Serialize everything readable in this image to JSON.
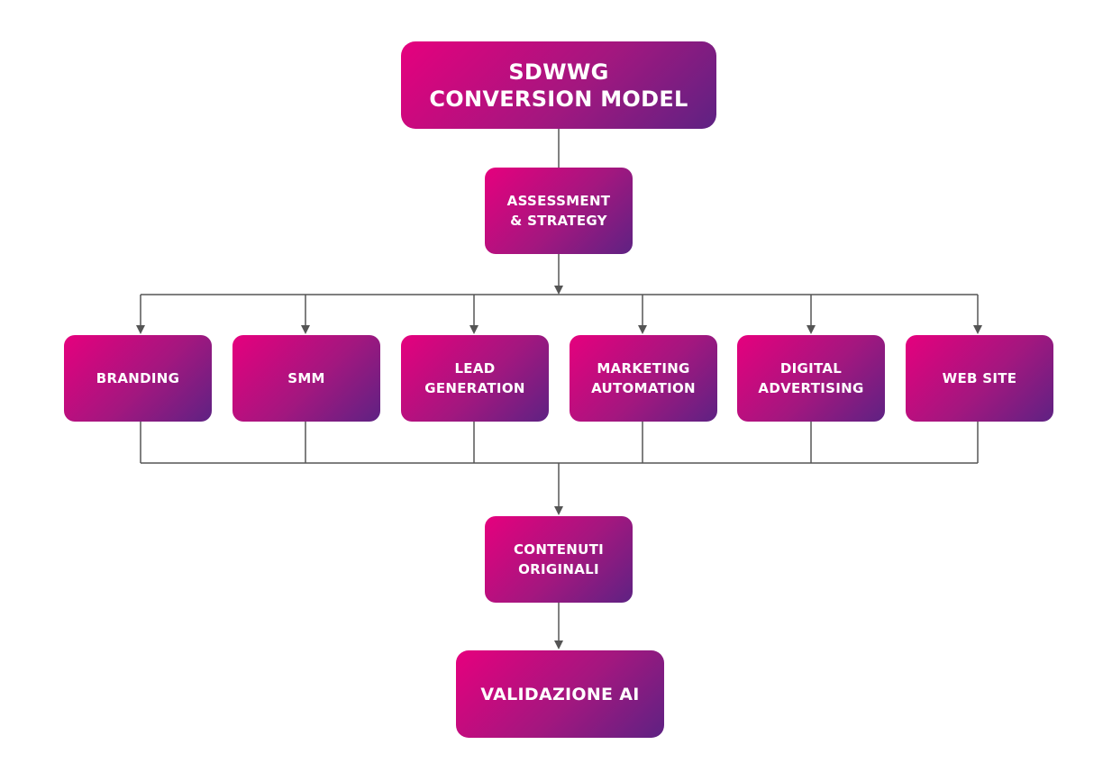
{
  "title": "SDWWG\nCONVERSION MODEL",
  "step_1": "ASSESSMENT\n& STRATEGY",
  "channels": [
    "BRANDING",
    "SMM",
    "LEAD\nGENERATION",
    "MARKETING\nAUTOMATION",
    "DIGITAL\nADVERTISING",
    "WEB SITE"
  ],
  "step_2": "CONTENUTI\nORIGINALI",
  "step_3": "VALIDAZIONE AI",
  "colors": {
    "gradient_start": "#e6007e",
    "gradient_mid": "#a3177f",
    "gradient_end": "#5e2283",
    "connector": "#555555",
    "node_text": "#ffffff"
  }
}
